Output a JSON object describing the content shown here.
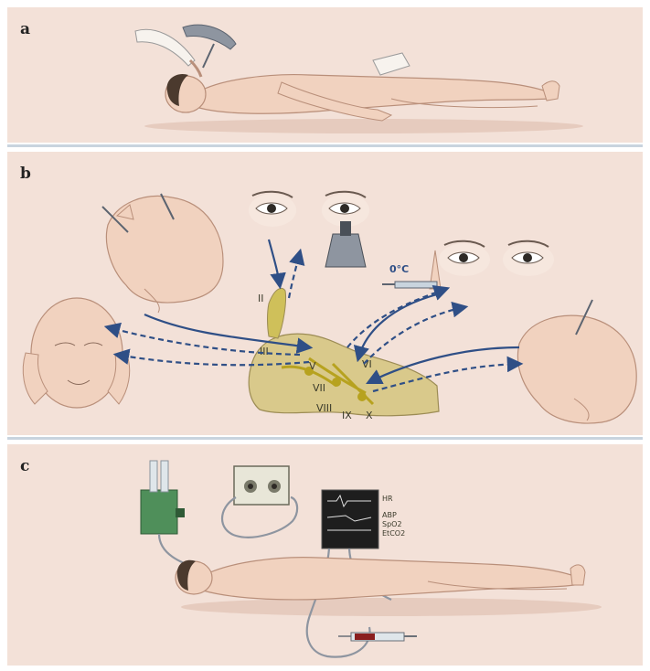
{
  "panels": [
    {
      "label": "a"
    },
    {
      "label": "b"
    },
    {
      "label": "c"
    }
  ],
  "cranial_nerve_labels": [
    "II",
    "III",
    "V",
    "VI",
    "VII",
    "VIII",
    "IX",
    "X"
  ],
  "cold_water_label": "0°C",
  "monitor_labels": [
    "HR",
    "ABP",
    "SpO2",
    "EtCO2"
  ],
  "colors": {
    "panel_bg": "#f3e1d8",
    "skin": "#f1d2bf",
    "skin_outline": "#b98f7a",
    "hair": "#4b3a2e",
    "arrow_blue": "#2f4f86",
    "brainstem": "#d9c98b",
    "nerve_yellow": "#b7a21f",
    "device_green": "#4f8f5a",
    "monitor_dark": "#1e1e1e",
    "separator": "#c9d4de"
  }
}
